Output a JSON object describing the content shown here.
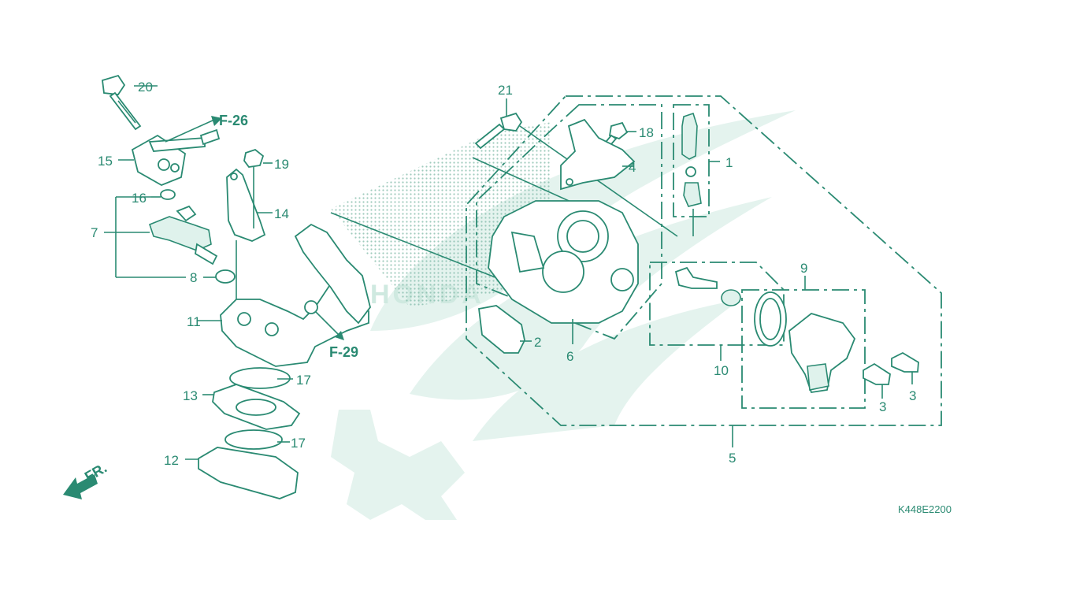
{
  "diagram": {
    "callouts": [
      "1",
      "2",
      "3",
      "3",
      "4",
      "5",
      "6",
      "7",
      "8",
      "9",
      "10",
      "11",
      "12",
      "13",
      "14",
      "15",
      "16",
      "17",
      "17",
      "18",
      "19",
      "20",
      "21"
    ],
    "refs": {
      "f26": "F-26",
      "f29": "F-29"
    },
    "direction_label": "FR.",
    "image_code": "K448E2200",
    "watermark_text": "HONDA",
    "colors": {
      "line": "#2a8a72",
      "watermark": "#e4f3ee",
      "background": "#ffffff"
    }
  }
}
